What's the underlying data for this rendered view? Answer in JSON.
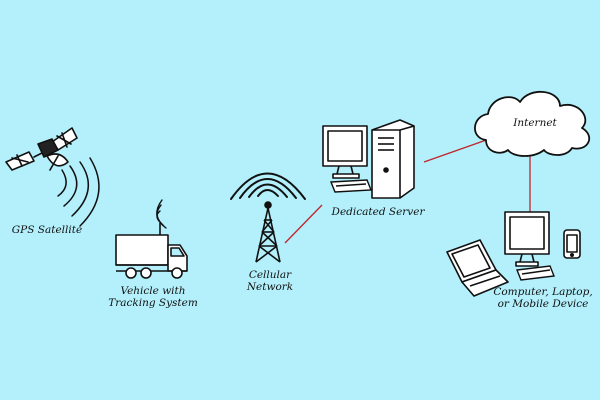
{
  "nodes": {
    "satellite": {
      "label": "GPS Satellite"
    },
    "vehicle": {
      "label_lines": [
        "Vehicle with",
        "Tracking System"
      ]
    },
    "tower": {
      "label_lines": [
        "Cellular",
        "Network"
      ]
    },
    "server": {
      "label": "Dedicated Server"
    },
    "cloud": {
      "label": "Internet"
    },
    "devices": {
      "label_lines": [
        "Computer, Laptop,",
        "or Mobile Device"
      ]
    }
  },
  "colors": {
    "background": "#b3f0fb",
    "ink": "#111111",
    "link": "#c0242c"
  },
  "links": [
    {
      "from": "tower",
      "to": "server"
    },
    {
      "from": "server",
      "to": "cloud"
    },
    {
      "from": "cloud",
      "to": "devices"
    }
  ]
}
